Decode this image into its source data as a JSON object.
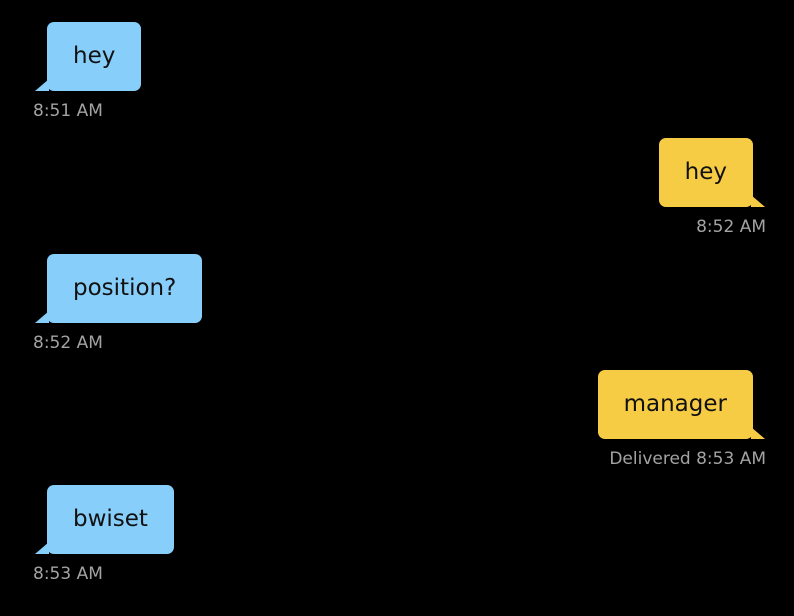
{
  "colors": {
    "background": "#000000",
    "incoming_bubble": "#87cefa",
    "outgoing_bubble": "#f7cc45",
    "bubble_text": "#111111",
    "meta_text": "#a3a3a3"
  },
  "messages": [
    {
      "direction": "incoming",
      "text": "hey",
      "meta": "8:51 AM"
    },
    {
      "direction": "outgoing",
      "text": "hey",
      "meta": "8:52 AM"
    },
    {
      "direction": "incoming",
      "text": "position?",
      "meta": "8:52 AM"
    },
    {
      "direction": "outgoing",
      "text": "manager",
      "meta": "Delivered 8:53 AM"
    },
    {
      "direction": "incoming",
      "text": "bwiset",
      "meta": "8:53 AM"
    }
  ]
}
